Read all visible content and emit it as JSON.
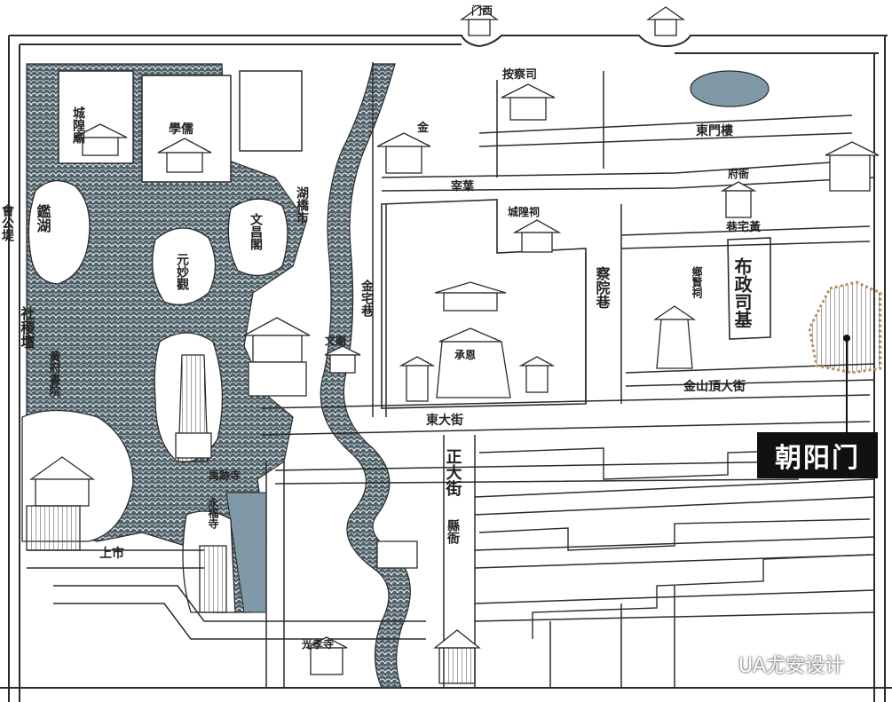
{
  "gate_label": "朝阳门",
  "watermark": "UA尤安设计",
  "colors": {
    "ink": "#2a2a2a",
    "water_fill": "#5a6b74",
    "pond_fill": "#7f99a6",
    "highlight_dash": "#b89260",
    "label_bg": "#111111"
  },
  "map_labels": {
    "top_gate": "门西",
    "chenghuang": "城隍廟",
    "school": "學儒",
    "huqiao": "湖橋市",
    "wenchangge": "文昌閣",
    "yuanmiao": "元妙觀",
    "shangzhai": "宰葉",
    "jinzhaixiang": "金宅巷",
    "wenjia": "文廟",
    "chayuan": "察院巷",
    "buzhengsi": "布政司基",
    "dongmen": "東門樓",
    "chashi": "按察司",
    "jin": "金",
    "dongdajie": "東大街",
    "jinshanding": "金山頂大街",
    "zhengda": "正大街",
    "xianya": "縣衙",
    "shangshi": "上市",
    "sheji": "社稷壇",
    "huiguan": "會公堤",
    "cao_hu": "鑑湖",
    "huangsi": "黃府書院",
    "qiaozhen": "禹跡寺",
    "yongfu": "永福寺",
    "mingsi": "城隍祠",
    "fuci": "府衙",
    "xiangshen": "鄉賢祠",
    "yuanci": "巷宅黃",
    "chenxiang": "承恩",
    "guang": "光孝寺"
  }
}
